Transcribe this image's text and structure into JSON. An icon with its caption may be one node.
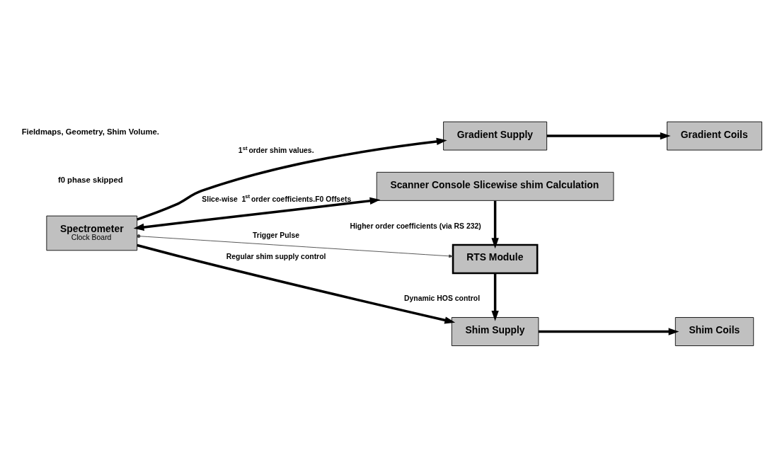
{
  "diagram": {
    "nodes": [
      {
        "text": [
          "Spectrometer",
          "Clock Board"
        ]
      },
      {
        "text": [
          "Gradient Supply"
        ]
      },
      {
        "text": [
          "Gradient Coils"
        ]
      },
      {
        "text": [
          "Shim Supply"
        ]
      },
      {
        "text": [
          "Shim Coils"
        ]
      },
      {
        "text": [
          "RTS Module"
        ]
      },
      {
        "text": [
          "Scanner Console Slicewise shim Calculation"
        ]
      }
    ],
    "edges": [
      {
        "from": 0,
        "to": 1,
        "arrow": "to",
        "label": "1$^{st}$ order shim values."
      },
      {
        "from": 1,
        "to": 2,
        "arrow": "to"
      },
      {
        "from": 0,
        "to": 3,
        "arrow": "to",
        "label": "Regular shim supply control"
      },
      {
        "from": 3,
        "to": 4,
        "arrow": "to"
      },
      {
        "from": 5,
        "to": 3,
        "arrow": "to",
        "label": "Dynamic HOS control"
      },
      {
        "from": 0,
        "to": 5,
        "arrow": "to",
        "label": "Trigger Pulse",
        "color": "#404040"
      },
      {
        "from": 6,
        "to": 5,
        "arrow": "to",
        "label": "Higher order coefficients (via RS 232)"
      },
      {
        "from": 0,
        "to": 6,
        "arrow": "both",
        "label": "Slice-wise  1$^{st}$ order coefficients.F0 Offsets"
      }
    ],
    "labels": [
      "f0 phase skipped",
      "Fieldmaps, Geometry, Shim Volume."
    ]
  }
}
